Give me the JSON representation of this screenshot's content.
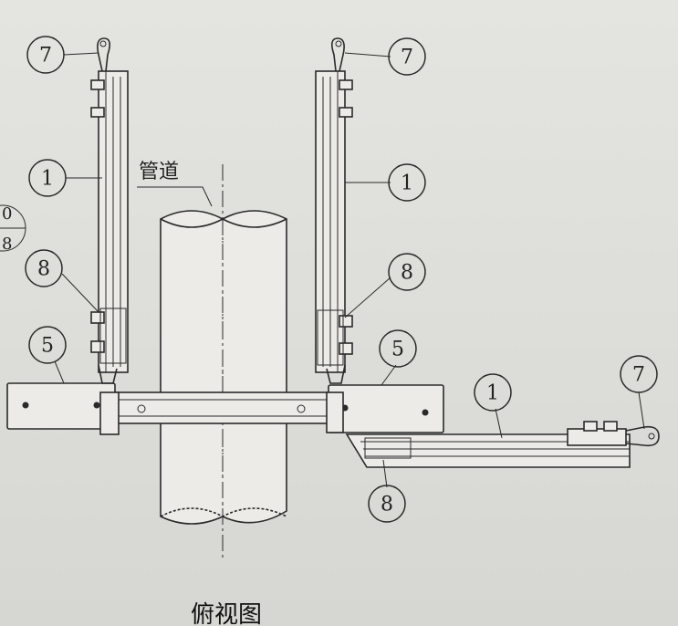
{
  "pipe_label": "管道",
  "view_title": "俯视图",
  "callouts": {
    "left_top_7": "7",
    "left_1": "1",
    "left_8": "8",
    "left_5": "5",
    "right_top_7": "7",
    "right_1": "1",
    "right_8": "8",
    "right_5": "5",
    "horiz_1": "1",
    "horiz_7": "7",
    "horiz_8": "8"
  },
  "edge_fragment": {
    "top": "0",
    "bottom": "8"
  }
}
